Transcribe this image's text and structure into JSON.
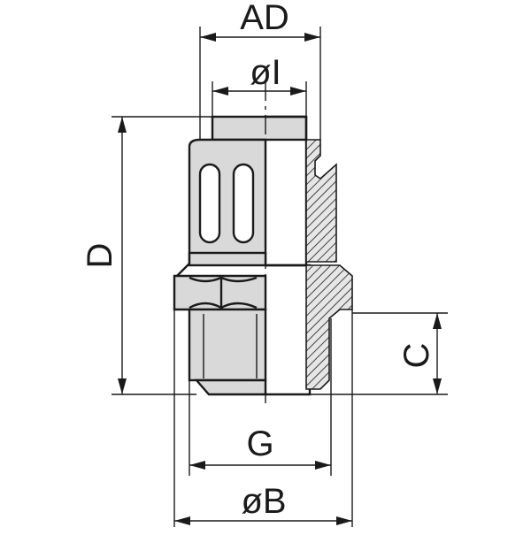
{
  "diagram": {
    "dimensions": {
      "ad": "AD",
      "i": "øI",
      "d": "D",
      "c": "C",
      "g": "G",
      "b": "øB"
    },
    "colors": {
      "line": "#1a1a1a",
      "body_fill": "#d9d9d9",
      "background": "#ffffff"
    }
  }
}
